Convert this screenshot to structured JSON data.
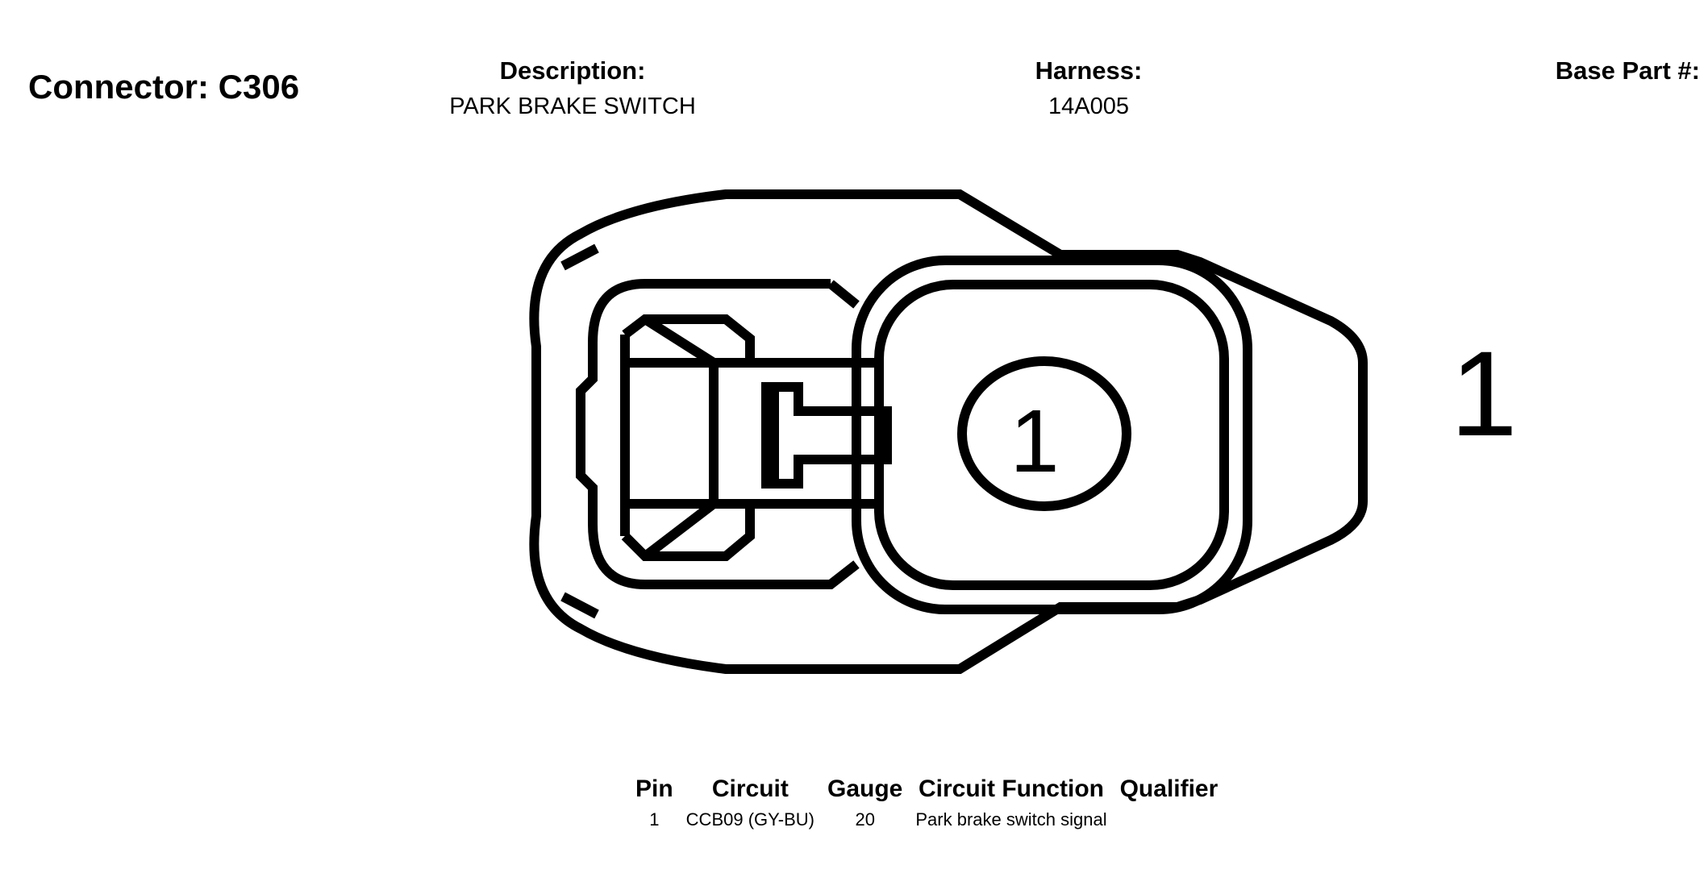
{
  "connector": {
    "label": "Connector:",
    "id": "C306",
    "title": "Connector: C306"
  },
  "description": {
    "label": "Description:",
    "value": "PARK BRAKE SWITCH"
  },
  "harness": {
    "label": "Harness:",
    "value": "14A005"
  },
  "base_part": {
    "label": "Base Part #:",
    "value": ""
  },
  "diagram": {
    "cavity_number": "1",
    "side_pin_label": "1"
  },
  "pin_table": {
    "headers": {
      "pin": "Pin",
      "circuit": "Circuit",
      "gauge": "Gauge",
      "function": "Circuit Function",
      "qualifier": "Qualifier"
    },
    "rows": [
      {
        "pin": "1",
        "circuit": "CCB09 (GY-BU)",
        "gauge": "20",
        "function": "Park brake switch signal",
        "qualifier": ""
      }
    ]
  }
}
